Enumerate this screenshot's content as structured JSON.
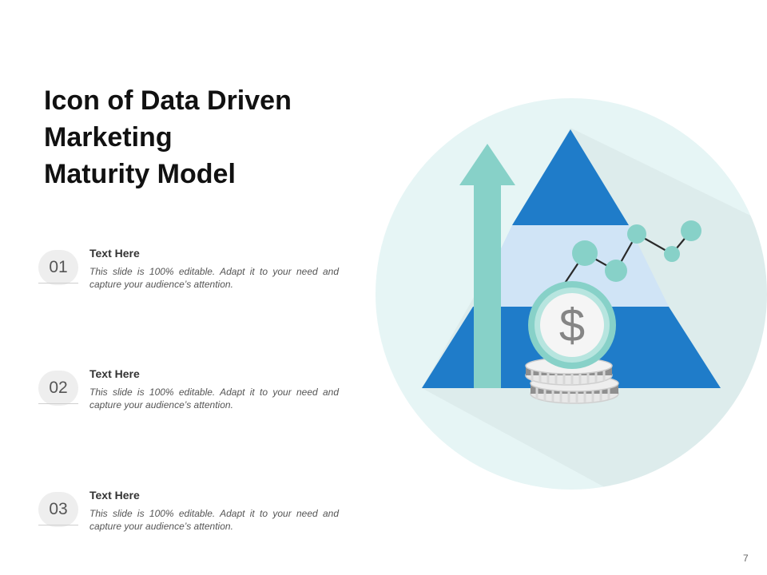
{
  "slide": {
    "title_lines": [
      "Icon of Data Driven",
      "Marketing",
      "Maturity Model"
    ],
    "page_number": "7"
  },
  "items": [
    {
      "number": "01",
      "heading": "Text Here",
      "body": "This slide is 100% editable. Adapt it to your need and capture your audience’s attention."
    },
    {
      "number": "02",
      "heading": "Text Here",
      "body": "This slide is 100% editable. Adapt it to your need and capture your audience’s attention."
    },
    {
      "number": "03",
      "heading": "Text Here",
      "body": "This slide is 100% editable. Adapt it to your need and capture your audience’s attention."
    }
  ],
  "illustration": {
    "currency_symbol": "$",
    "colors": {
      "circle_background": "#e6f5f5",
      "pyramid_dark": "#1f7cc9",
      "pyramid_light": "#d0e4f6",
      "arrow": "#87d1c8",
      "coin": "#87d1c8",
      "chart_nodes": "#87d1c8",
      "chart_line": "#2a2a2a"
    }
  }
}
